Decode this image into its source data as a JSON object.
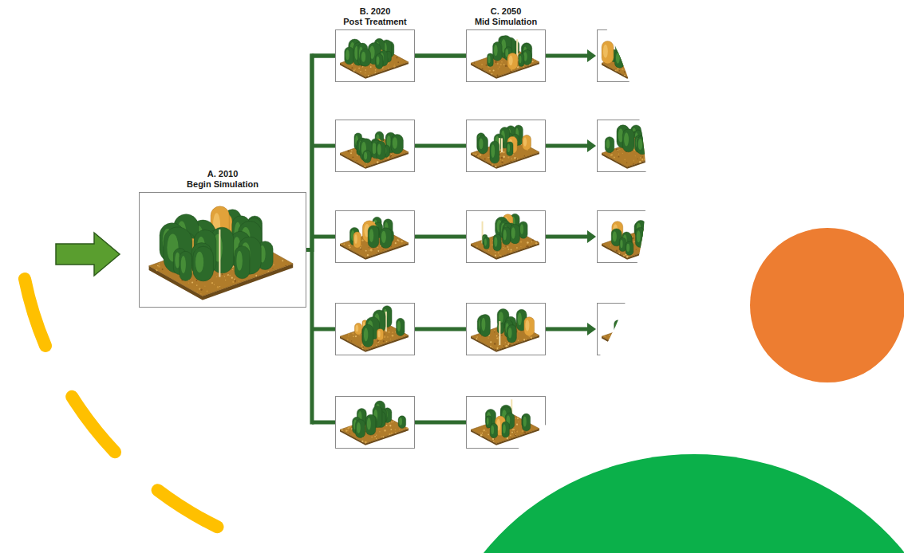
{
  "diagram": {
    "nodes": [
      {
        "text": [
          "A. 2010",
          "Begin Simulation"
        ]
      },
      {
        "text": [
          "B. 2020",
          "Post Treatment"
        ]
      },
      {
        "text": [
          "C. 2050",
          "Mid Simulation"
        ]
      }
    ],
    "edges": [
      {
        "from": 0,
        "to": 1,
        "arrow": "none"
      },
      {
        "from": 1,
        "to": 2,
        "arrow": "none"
      }
    ]
  }
}
